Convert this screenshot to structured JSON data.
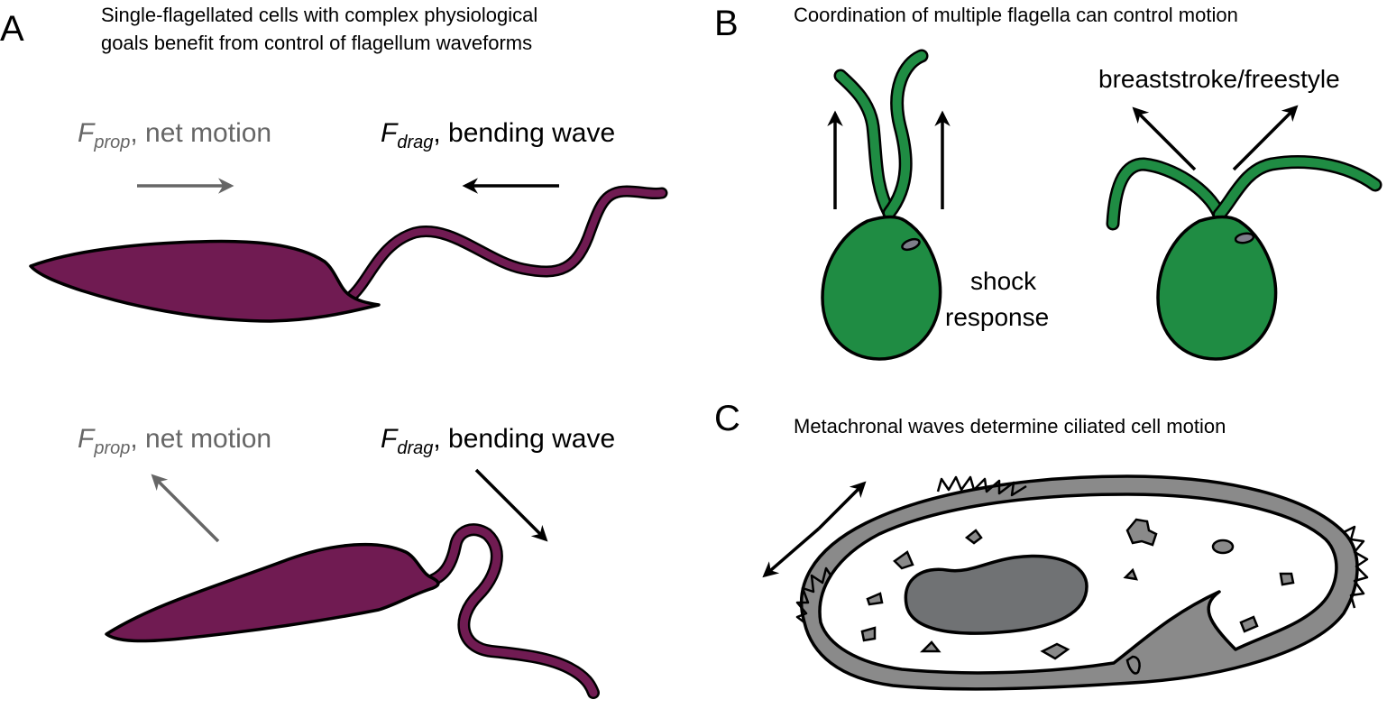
{
  "panels": {
    "a": {
      "letter": "A",
      "heading_line1": "Single-flagellated cells with complex physiological",
      "heading_line2": "goals benefit from control of flagellum waveforms",
      "top": {
        "prop_f": "F",
        "prop_sub": "prop",
        "prop_rest": ", net motion",
        "drag_f": "F",
        "drag_sub": "drag",
        "drag_rest": ", bending wave"
      },
      "bottom": {
        "prop_f": "F",
        "prop_sub": "prop",
        "prop_rest": ", net motion",
        "drag_f": "F",
        "drag_sub": "drag",
        "drag_rest": ", bending wave"
      }
    },
    "b": {
      "letter": "B",
      "heading": "Coordination of multiple flagella can control motion",
      "shock_line1": "shock",
      "shock_line2": "response",
      "stroke_label": "breaststroke/freestyle"
    },
    "c": {
      "letter": "C",
      "heading": "Metachronal waves determine ciliated cell motion"
    }
  },
  "colors": {
    "flagellate": "#701b52",
    "algae": "#1f8c43",
    "cell_grey": "#808080",
    "nucleus": "#707274",
    "arrow_grey": "#666666",
    "outline": "#000000"
  }
}
